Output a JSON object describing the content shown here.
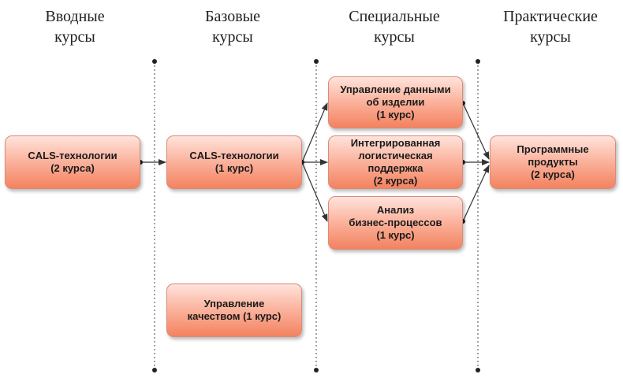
{
  "columns": [
    {
      "title": "Вводные\nкурсы"
    },
    {
      "title": "Базовые\nкурсы"
    },
    {
      "title": "Специальные\nкурсы"
    },
    {
      "title": "Практические\nкурсы"
    }
  ],
  "nodes": {
    "intro_cals": "CALS-технологии\n(2 курса)",
    "base_cals": "CALS-технологии\n(1 курс)",
    "base_quality": "Управление\nкачеством (1 курс)",
    "spec_data": "Управление данными\nоб изделии\n(1 курс)",
    "spec_logistics": "Интегрированная\nлогистическая\nподдержка\n(2 курса)",
    "spec_analysis": "Анализ\nбизнес-процессов\n(1 курс)",
    "practical": "Программные\nпродукты\n(2 курса)"
  },
  "colors": {
    "node_top": "#ffe3dc",
    "node_mid": "#fbb6a1",
    "node_bottom": "#f3825f",
    "connector": "#333333",
    "divider": "#444444"
  }
}
